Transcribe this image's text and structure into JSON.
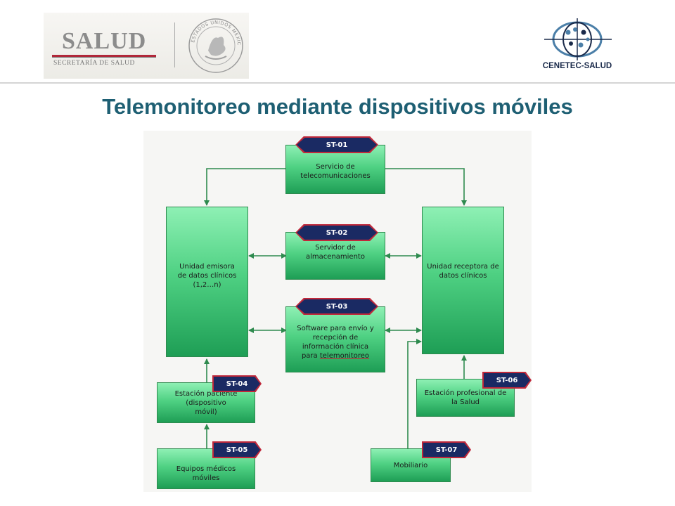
{
  "header": {
    "salud_logo": {
      "word": "SALUD",
      "subtitle": "SECRETARÍA DE SALUD",
      "seal_text": "ESTADOS UNIDOS MEXICANOS"
    },
    "cenetec_logo": {
      "label": "CENETEC-SALUD"
    }
  },
  "title": "Telemonitoreo mediante dispositivos móviles",
  "colors": {
    "title": "#1e5f73",
    "box_green": "#4fd183",
    "tag_navy": "#1a2a63",
    "tag_border": "#c0283a",
    "connector": "#2e8a4e"
  },
  "diagram": {
    "nodes": [
      {
        "id": "st01",
        "tag": "ST-01",
        "label": "Servicio de\ntelecomunicaciones"
      },
      {
        "id": "st02",
        "tag": "ST-02",
        "label": "Servidor de\nalmacenamiento"
      },
      {
        "id": "st03",
        "tag": "ST-03",
        "label_line1": "Software para envío y\nrecepción de\ninformación clínica\npara ",
        "label_underlined": "telemonitoreo"
      },
      {
        "id": "emisora",
        "tag": "",
        "label": "Unidad emisora\nde datos clínicos\n(1,2…n)"
      },
      {
        "id": "receptora",
        "tag": "",
        "label": "Unidad receptora de\ndatos clínicos"
      },
      {
        "id": "st04",
        "tag": "ST-04",
        "label": "Estación paciente\n(dispositivo\nmóvil)"
      },
      {
        "id": "st05",
        "tag": "ST-05",
        "label": "Equipos médicos\nmóviles"
      },
      {
        "id": "st06",
        "tag": "ST-06",
        "label": "Estación profesional de\nla Salud"
      },
      {
        "id": "st07",
        "tag": "ST-07",
        "label": "Mobiliario"
      }
    ],
    "edges": [
      {
        "from": "st01",
        "to": "emisora",
        "direction": "forward"
      },
      {
        "from": "st01",
        "to": "receptora",
        "direction": "forward"
      },
      {
        "from": "emisora",
        "to": "st02",
        "direction": "both"
      },
      {
        "from": "st02",
        "to": "receptora",
        "direction": "both"
      },
      {
        "from": "emisora",
        "to": "st03",
        "direction": "both"
      },
      {
        "from": "st03",
        "to": "receptora",
        "direction": "both"
      },
      {
        "from": "st04",
        "to": "emisora",
        "direction": "forward"
      },
      {
        "from": "st05",
        "to": "st04",
        "direction": "forward"
      },
      {
        "from": "st06",
        "to": "receptora",
        "direction": "forward"
      },
      {
        "from": "st07",
        "to": "receptora",
        "direction": "forward"
      }
    ]
  }
}
